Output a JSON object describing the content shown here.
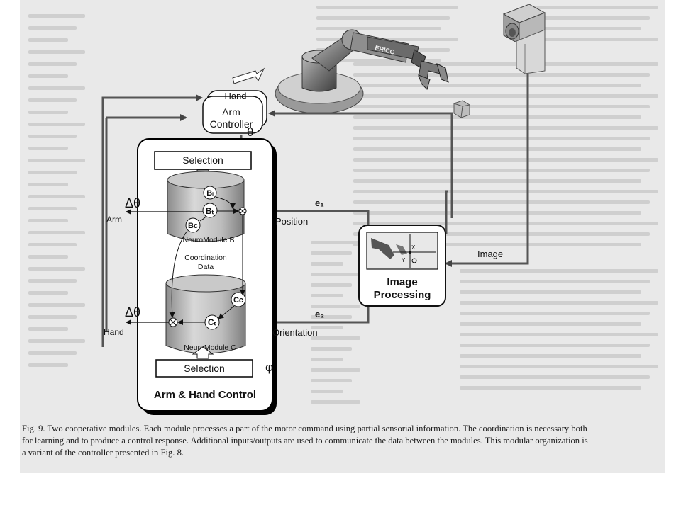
{
  "figure": {
    "labels": {
      "hand": "Hand",
      "arm_controller_line1": "Arm",
      "arm_controller_line2": "Controller",
      "theta": "θ",
      "selection_top": "Selection",
      "selection_bottom": "Selection",
      "delta_theta_arm": "Δθ",
      "delta_theta_hand": "Δθ",
      "arm": "Arm",
      "hand_out": "Hand",
      "b_i": "Bᵢ",
      "b_t": "Bₜ",
      "b_c": "Bc",
      "c_c": "Cc",
      "c_t": "Cₜ",
      "neuromodule_b": "NeuroModule B",
      "neuromodule_c": "NeuroModule C",
      "coordination_line1": "Coordination",
      "coordination_line2": "Data",
      "e1": "e₁",
      "e2": "e₂",
      "position": "Position",
      "orientation": "Orientation",
      "phi": "φ",
      "image": "Image",
      "image_processing_line1": "Image",
      "image_processing_line2": "Processing",
      "control_block": "Arm & Hand Control",
      "robot_brand": "ERICC",
      "screen_x": "X",
      "screen_y": "Y"
    }
  },
  "caption": {
    "line1": "Fig. 9. Two cooperative modules. Each module processes a part of the motor command using partial sensorial information. The coordination is necessary both",
    "line2": "for learning and to produce a control response. Additional inputs/outputs are used to communicate the data between the modules. This modular organization is",
    "line3": "a variant of the controller presented in Fig. 8."
  }
}
